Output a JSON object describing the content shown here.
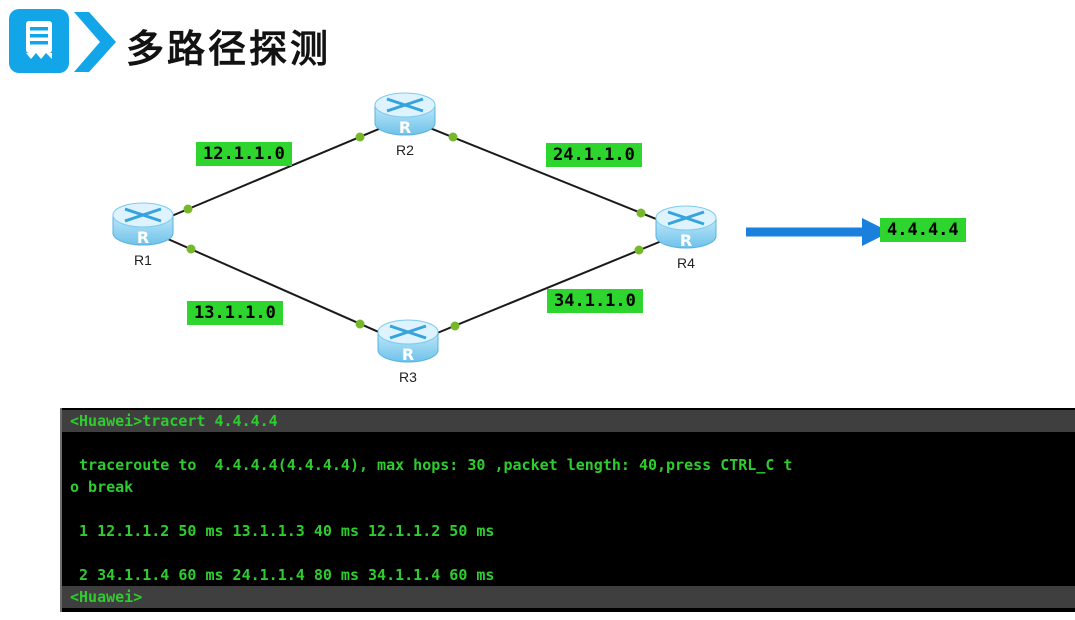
{
  "header": {
    "title": "多路径探测",
    "accent_color": "#12a5e8"
  },
  "diagram": {
    "routers": [
      {
        "id": "R1",
        "label": "R1"
      },
      {
        "id": "R2",
        "label": "R2"
      },
      {
        "id": "R3",
        "label": "R3"
      },
      {
        "id": "R4",
        "label": "R4"
      }
    ],
    "subnet_labels": [
      {
        "text": "12.1.1.0"
      },
      {
        "text": "24.1.1.0"
      },
      {
        "text": "13.1.1.0"
      },
      {
        "text": "34.1.1.0"
      }
    ],
    "destination_label": "4.4.4.4",
    "label_bg_color": "#2ed52e",
    "arrow_color": "#1b7fdd",
    "link_color": "#1a1a1a",
    "interface_dot_color": "#76b82a"
  },
  "terminal": {
    "text_color": "#2fcc2f",
    "lines": [
      "<Huawei>tracert 4.4.4.4",
      "",
      " traceroute to  4.4.4.4(4.4.4.4), max hops: 30 ,packet length: 40,press CTRL_C t",
      "o break",
      "",
      " 1 12.1.1.2 50 ms 13.1.1.3 40 ms 12.1.1.2 50 ms",
      "",
      " 2 34.1.1.4 60 ms 24.1.1.4 80 ms 34.1.1.4 60 ms",
      "<Huawei>"
    ]
  }
}
